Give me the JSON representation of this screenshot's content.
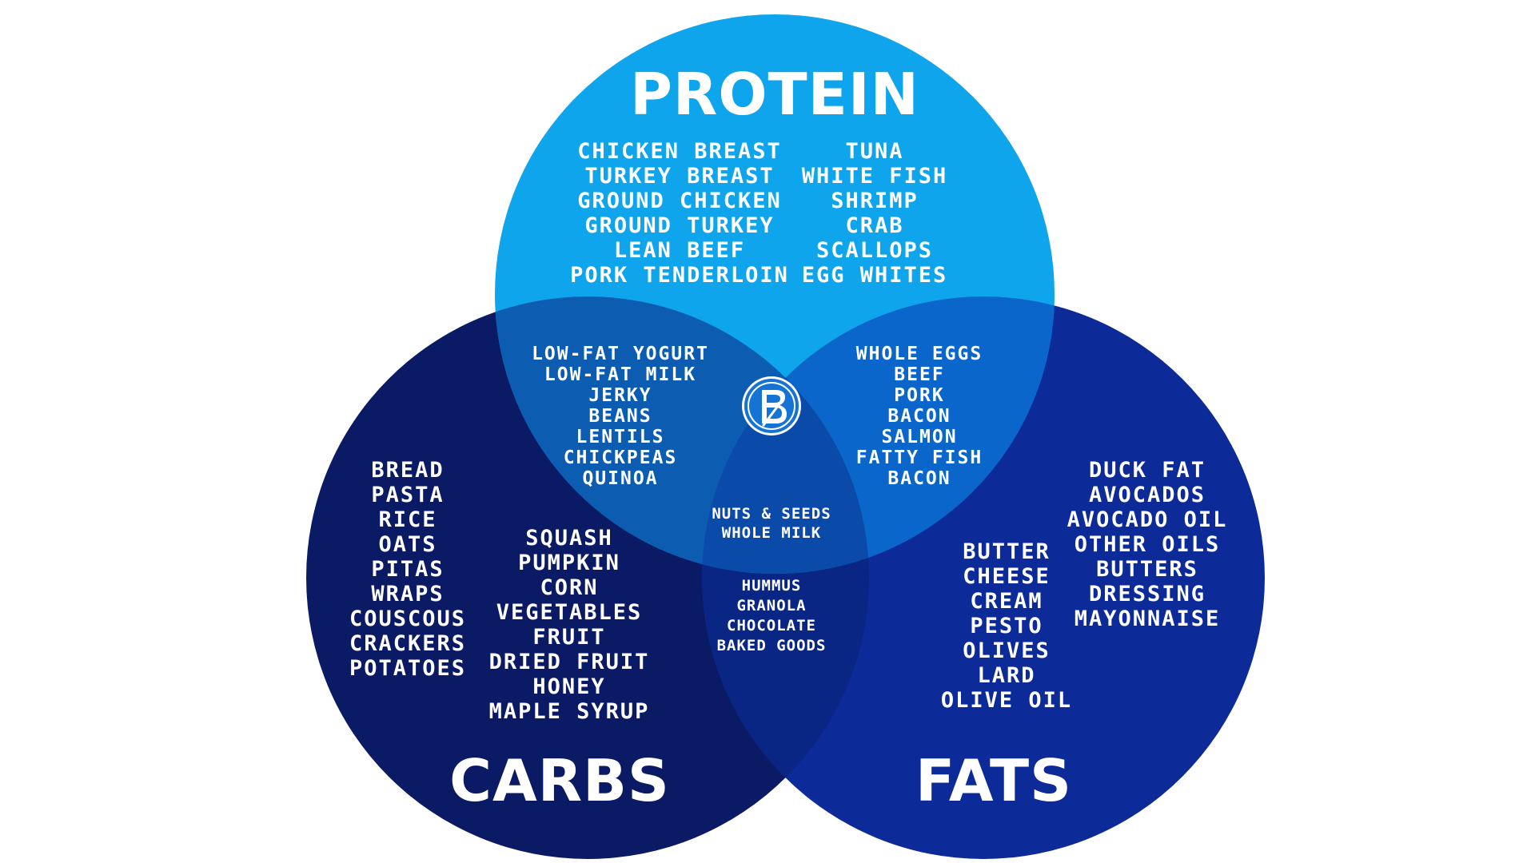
{
  "colors": {
    "protein": "#0ea5ec",
    "carbs": "#0b1a64",
    "fats": "#0c2a98",
    "overlap_protein_carbs": "#0c5cb2",
    "overlap_protein_fats": "#0b66cc",
    "overlap_center": "#0a4aa8",
    "overlap_carbs_fats": "#0a2684",
    "logo_ring": "#1573d6"
  },
  "protein": {
    "title": "PROTEIN",
    "col1": [
      "CHICKEN BREAST",
      "TURKEY BREAST",
      "GROUND CHICKEN",
      "GROUND TURKEY",
      "LEAN BEEF",
      "PORK TENDERLOIN"
    ],
    "col2": [
      "TUNA",
      "WHITE FISH",
      "SHRIMP",
      "CRAB",
      "SCALLOPS",
      "EGG WHITES"
    ]
  },
  "carbs": {
    "title": "CARBS",
    "col1": [
      "BREAD",
      "PASTA",
      "RICE",
      "OATS",
      "PITAS",
      "WRAPS",
      "COUSCOUS",
      "CRACKERS",
      "POTATOES"
    ],
    "col2": [
      "SQUASH",
      "PUMPKIN",
      "CORN",
      "VEGETABLES",
      "FRUIT",
      "DRIED FRUIT",
      "HONEY",
      "MAPLE SYRUP"
    ]
  },
  "fats": {
    "title": "FATS",
    "col1": [
      "BUTTER",
      "CHEESE",
      "CREAM",
      "PESTO",
      "OLIVES",
      "LARD",
      "OLIVE OIL"
    ],
    "col2": [
      "DUCK FAT",
      "AVOCADOS",
      "AVOCADO OIL",
      "OTHER OILS",
      "BUTTERS",
      "DRESSING",
      "MAYONNAISE"
    ]
  },
  "protein_carbs": [
    "LOW-FAT YOGURT",
    "LOW-FAT MILK",
    "JERKY",
    "BEANS",
    "LENTILS",
    "CHICKPEAS",
    "QUINOA"
  ],
  "protein_fats": [
    "WHOLE EGGS",
    "BEEF",
    "PORK",
    "BACON",
    "SALMON",
    "FATTY FISH",
    "BACON"
  ],
  "center": [
    "NUTS & SEEDS",
    "WHOLE MILK"
  ],
  "carbs_fats": [
    "HUMMUS",
    "GRANOLA",
    "CHOCOLATE",
    "BAKED GOODS"
  ],
  "logo": {
    "icon": "b-fork-logo-icon"
  }
}
